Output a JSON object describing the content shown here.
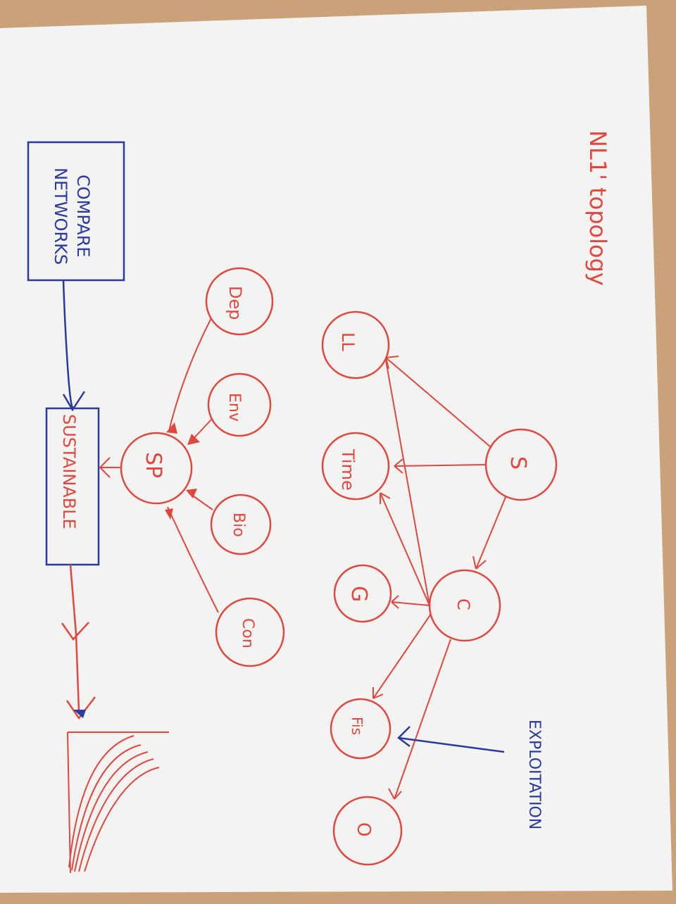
{
  "title": "NL1' topology",
  "boxes": {
    "compare": {
      "line1": "COMPARE",
      "line2": "NETWORKS"
    },
    "sustain": {
      "label": "SUSTAINABLE"
    }
  },
  "nodes": {
    "ll": "LL",
    "time": "Time",
    "g": "G",
    "fis": "Fis",
    "o": "O",
    "s": "S",
    "c": "C",
    "dep": "Dep",
    "env": "Env",
    "sp": "SP",
    "bio": "Bio",
    "con": "Con"
  },
  "exploitation_label": "EXPLOITATION",
  "colors": {
    "ink_red": "#e0483f",
    "ink_blue": "#2a3a9e",
    "paper": "#f3f3f2",
    "table": "#c9a27a"
  }
}
